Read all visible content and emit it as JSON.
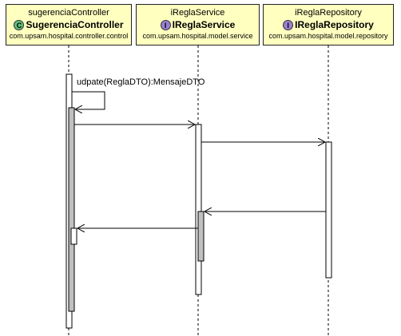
{
  "participants": [
    {
      "instance": "sugerenciaController",
      "stereotype": "C",
      "class_name": "SugerenciaController",
      "package": "com.upsam.hospital.controller.control",
      "badge_color": "#5fbf7a"
    },
    {
      "instance": "iReglaService",
      "stereotype": "I",
      "class_name": "IReglaService",
      "package": "com.upsam.hospital.model.service",
      "badge_color": "#9b7fd0"
    },
    {
      "instance": "iReglaRepository",
      "stereotype": "I",
      "class_name": "IReglaRepository",
      "package": "com.upsam.hospital.model.repository",
      "badge_color": "#9b7fd0"
    }
  ],
  "messages": [
    {
      "label": "udpate(ReglaDTO):MensajeDTO"
    }
  ],
  "colors": {
    "box_fill": "#ffffc0",
    "activation_gray": "#c0c0c0"
  }
}
